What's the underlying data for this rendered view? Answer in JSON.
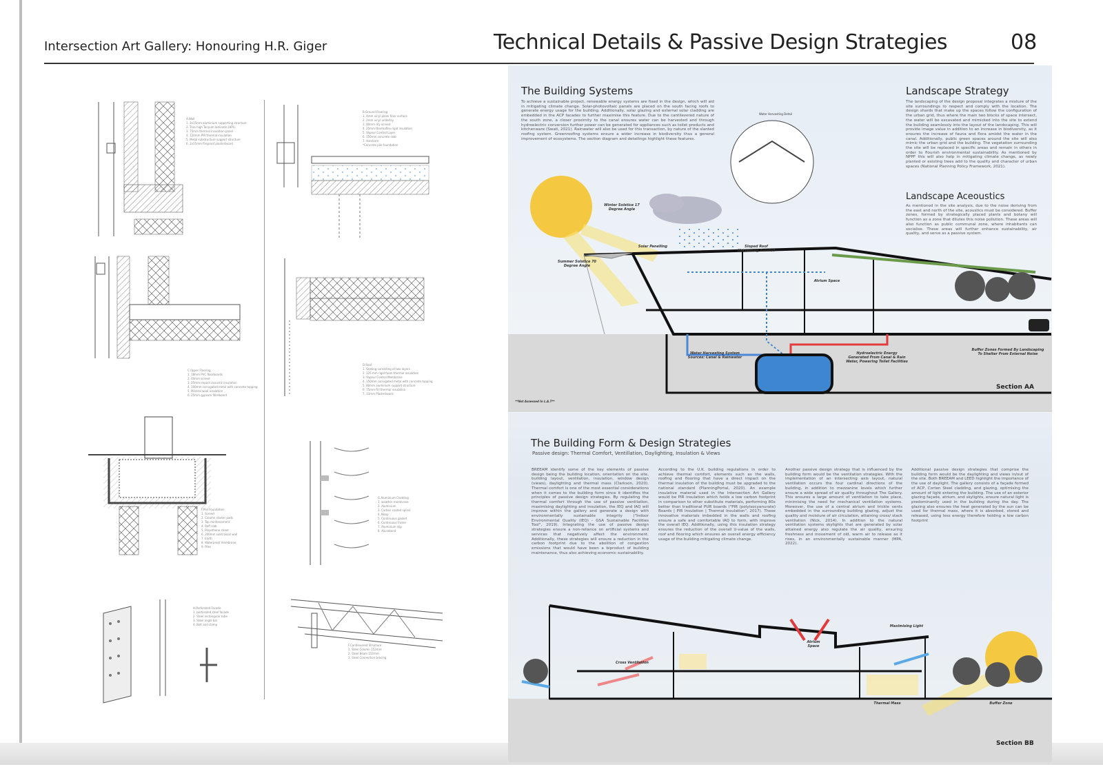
{
  "header": {
    "project": "Intersection Art Gallery: Honouring H.R. Giger",
    "title": "Technical Details & Passive Design Strategies",
    "page_number": "08"
  },
  "details": {
    "wall": [
      "A.Wall",
      "1. 2x15mm aluminium supporting structure",
      "2. Triss high Tonyum laminate (HPL)",
      "3. 75mm thermal insulation panel",
      "4. 120mm PIR thermal insulation",
      "5. Metal substructure support structure",
      "6. 2x15mm fireproof plasterboard"
    ],
    "ground_floor": [
      "B.Ground Flooring",
      "1. 4mm vinyl plank floor surface",
      "2. 2mm vinyl underlay",
      "3. 80mm dry screed",
      "4. 25mm thermaflex rigid insulation",
      "5. Vapour Control Layer",
      "6. 150mm concrete slab",
      "7. Hardcore",
      "*Concrete pile foundation"
    ],
    "upper_floor": [
      "C.Upper Flooring",
      "1. 18mm PVC floorboards",
      "2. 40mm screed",
      "3. 25mm impact acoustic insulation",
      "4. 100mm corrugated metal with concrete topping",
      "5. Mineral wool insulation",
      "6. 25mm gypsum fibreboard"
    ],
    "roof": [
      "D.Roof",
      "1. Seating consisting of two layers",
      "2. 125 mm rigid foam thermal insulation",
      "3. Vapour Control Membrane",
      "4. 150mm corrugated metal with concrete topping",
      "5. 80mm aluminium support structure",
      "6. 75mm Fill thermal insulation",
      "7. 13mm Plasterboard"
    ],
    "foundation": [
      "F.Pile Foundation",
      "1. Screed",
      "2. Column starter pads",
      "3. Top reinforcement",
      "4. Raft slab",
      "5. Polyethene sheet",
      "6. 200mm solid block wall",
      "7. Earth",
      "8. Waterproof membrane",
      "9. Piles"
    ],
    "cladding": [
      "G.Aluminium Cladding",
      "1. weather membrane",
      "2. Aluminium",
      "3. Carbon coated spline",
      "4. Noop",
      "5. Continuous gasket",
      "6. Continuous frame",
      "7. Aluminium clip",
      "8. Alucobond"
    ],
    "facade": [
      "H.Perforated Facade",
      "1. perforated steel facade",
      "2. Steel rectangular tube",
      "3. Steel angle bar",
      "4. Bolt and clamp"
    ],
    "cantilever": [
      "F.Cantilevered Structure",
      "1. Steel Column 152mm",
      "2. Steel Beam 152mm",
      "3. Steel Connection bracing"
    ]
  },
  "section_aa": {
    "building_systems": {
      "heading": "The Building Systems",
      "body": "To achieve a sustainable project, renewable energy systems are fixed in the design, which will aid in mitigating climate change. Solar-photovoltaic panels are placed on the south facing roofs to generate energy usage for the building. Additionally, solar glazing and external solar cladding are embedded in the ACP facades to further maximise this feature. Due to the cantilevered nature of the south zone, a closer proximity to the canal ensures water can be harvested and through hydroelectric conversion further power can be generated for appliances such as toilet products and kitchenware (Swati, 2021). Rainwater will also be used for this transaction, by nature of the slanted roofing system. Greenroofing systems ensure a wider increase in biodiversity thus a general improvement of ecosystems. The section diagram and detailings highlight these features."
    },
    "landscape_strategy": {
      "heading": "Landscape Strategy",
      "body": "The landscaping of the design proposal integrates a mixture of the site surroundings to respect and comply with the location. The design shards that make up the spaces follow the configuration of the urban grid, thus where the main two blocks of space intersect, the water will be excavated and mimicked into the site to extend the building seamlessly into the layout of the landscaping. This will provide image value in addition to an increase in biodiversity, as it ensures the increase of fauna and flora amidst the water in the canal. Additionally, public green spaces around the site will also mimic the urban grid and the building. The vegetation surrounding the site will be replaced in specific areas and remain in others in order to flourish environmental sustainability. As mentioned by NPPF this will also help in mitigating climate change, as newly planted or existing trees add to the quality and character of urban spaces (National Planning Policy Framework, 2021)."
    },
    "landscape_acoustics": {
      "heading": "Landscape Aceoustics",
      "body": "As mentioned in the site analysis, due to the noise deriving from the east and north of the site, acoustics must be considered. Buffer zones, formed by strategically placed plants and botany will function as a zone that dilutes this noise pollution. These areas will also function as public communal zone, where inhabitants can socialise. These areas will further enhance sustainability, air quality, and serve as a passive system."
    },
    "labels": {
      "water_detail": "Water Harvesting Detail",
      "winter": "Winter Solstice 17 Degree Angle",
      "summer": "Summer Solstice 70 Degree Angle",
      "solar": "Solar Panelling",
      "roof": "Sloped Roof Harvesting Rainfall",
      "atrium": "Atrium Space",
      "water_system": "Water Harvesting System Sources: Canal & Rainwater",
      "hydro": "Hydroelectric Energy Generated From Canal & Rain Water, Powering Toilet Facilities",
      "buffer": "Buffer Zones Formed By Landscaping To Shelter From External Noise",
      "note": "**Not Assessed In L.A.T**",
      "section": "Section AA"
    }
  },
  "section_bb": {
    "heading": "The Building Form & Design Strategies",
    "subheading": "Passive design: Thermal Comfort, Ventillation, Daylighting, Insulation & Views",
    "columns": [
      "BREEAM identify some of the key elements of passive design being the building location, orientation on the site, building layout, ventilation, insulation, window design (views), daylighting and thermal mass (Clarkson, 2020). Thermal comfort is one of the most essential considerations when it comes to the building form since it identifies the principles of passive design strategies. By regulating the thermal comfort through the use of passive ventilation, maximising daylighting and insulation, the IEQ and IAQ will improve within the gallery and generate a design with environmentally sustainable integrity (\"Indoor Environmental Quality (IEQ) - GSA Sustainable Facilities Tool\", 2019). Integrating the use of passive design strategies ensure a non-reliance on artificial systems and services that negatively affect the environment. Additionally, these strategies will ensure a reduction in the carbon footprint due to the abolition of congestion emissions that would have been a biproduct of building maintenance, thus also achieving economic sustainability.",
      "According to the U.K. building regulations in order to achieve thermal comfort, elements such as the walls, roofing and flooring that have a direct impact on the thermal insulation of the building must be upgraded to the national standard (PlanningPortal, 2020). An example insulative material used in the Intersection Art Gallery would be PIR insulation which holds a low carbon footprint in comparison to other substitute materials, performing 80x better than traditional PUR boards (\"PIR (polyisocyanurate) Boards | PIR Insulation | Thermal Insulation\", 2017). These innovative materials imbedded in the walls and roofing ensure a safe and comfortable IAQ to form, with improve the overall IEQ. Additionally, using this insulation strategy ensures the reduction of the overall U-value of the walls, roof and flooring which ensures an overall energy efficiency usage of the building mitigating climate change.",
      "Another passive design strategy that is influenced by the building form would be the ventilation strategies. With the implementation of an intersecting axis layout, natural ventilation occurs the four cardinal directions of the building, in addition to mezzanine levels which further ensure a wide spread of air quality throughout The Gallery. This ensures a large amount of ventilation to take place, minimising the need for mechanical ventilation systems. Moreover, the use of a central atrium and trickle vents embedded in the surrounding building glazing, adjust the quality and moisture of air circulation, attaining cross/ stack ventilation (Nick, 2014). In addition to the natural ventilation systems skylights that are generated by solar attained energy also regulate the air quality, ensuring freshness and movement of old, warm air to release as it rises, in an environmentally sustainable manner (MPA, 2022).",
      "Additional passive design strategies that comprise the building form would be the daylighting and views in/out of the site. Both BREEAM and LEED highlight the importance of the use of daylight. The gallery consists of a façade formed of ACP, Corten Steel cladding, and glazing, optimising the amount of light entering the building. The use of an exterior glazing façade, atrium, and skylights, ensure natural light is predominantly used in the building during the day. The glazing also ensures the heat generated by the sun can be used for thermal mass, where it is absorbed, stored and released, using less energy therefore holding a low carbon footprint"
    ],
    "labels": {
      "light": "Maximising Light",
      "atrium": "Atrium Space",
      "cross": "Cross Ventilation",
      "thermal": "Thermal Mass",
      "buffer": "Buffer Zone",
      "section": "Section BB"
    }
  },
  "colors": {
    "sun": "#f5c842",
    "water": "#3f86d0",
    "hot": "#e23b3b",
    "ground": "#d9d9d9",
    "sky": "#e6edf5"
  }
}
